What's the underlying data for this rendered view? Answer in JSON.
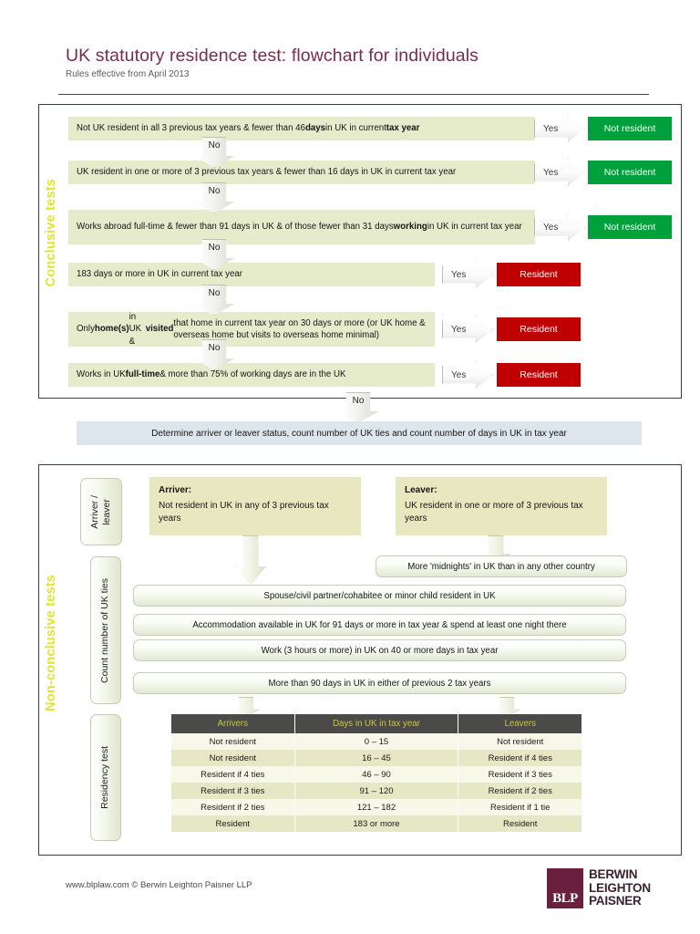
{
  "header": {
    "title": "UK statutory residence test: flowchart for individuals",
    "subtitle": "Rules effective from April 2013"
  },
  "conclusive": {
    "caption": "Conclusive tests",
    "no_label": "No",
    "yes_label": "Yes",
    "rows": [
      {
        "text_html": "Not UK resident in all 3 previous tax years &amp; fewer than 46 <b>days</b> in UK in current <b>tax year</b>",
        "outcome": "Not resident",
        "outcome_color": "green"
      },
      {
        "text_html": "UK resident in one or more of 3 previous tax years &amp; fewer than 16 days in UK in current tax year",
        "outcome": "Not resident",
        "outcome_color": "green"
      },
      {
        "text_html": "Works abroad full-time &amp; fewer than 91 days in UK &amp; of those fewer than 31 days <b>working</b> in UK in current tax year",
        "outcome": "Not resident",
        "outcome_color": "green"
      },
      {
        "text_html": "183 days or more in UK in current tax year",
        "outcome": "Resident",
        "outcome_color": "red"
      },
      {
        "text_html": "Only <b>home(s)</b> in UK &amp; <b>visited</b> that home in current tax year on 30 days or more (or UK home &amp; overseas home but visits to overseas home minimal)",
        "outcome": "Resident",
        "outcome_color": "red"
      },
      {
        "text_html": "Works in UK <b>full-time</b> &amp; more than 75% of working days are in the UK",
        "outcome": "Resident",
        "outcome_color": "red"
      }
    ]
  },
  "bridge": {
    "no_label": "No",
    "text": "Determine arriver or leaver status, count number of UK ties and count number of days in UK in tax year"
  },
  "nonconclusive": {
    "caption": "Non-conclusive tests",
    "tabs": [
      {
        "label": "Arriver /\nleaver"
      },
      {
        "label": "Count number of UK ties"
      },
      {
        "label": "Residency test"
      }
    ],
    "arriver": {
      "title": "Arriver:",
      "text": "Not resident in UK in any of 3 previous tax years"
    },
    "leaver": {
      "title": "Leaver:",
      "text": "UK resident in one or more of 3 previous tax years"
    },
    "midnights": "More 'midnights' in UK than in any other country",
    "ties": [
      "Spouse/civil partner/cohabitee or minor child resident in UK",
      "Accommodation available in UK for 91 days or more in tax year & spend at least one night there",
      "Work (3 hours or more) in UK on 40 or more days in tax year",
      "More than 90 days in UK in either of previous 2 tax years"
    ]
  },
  "residency_table": {
    "columns": [
      "Arrivers",
      "Days in UK in tax year",
      "Leavers"
    ],
    "rows": [
      [
        "Not resident",
        "0 – 15",
        "Not resident"
      ],
      [
        "Not resident",
        "16 – 45",
        "Resident if 4 ties"
      ],
      [
        "Resident if 4 ties",
        "46 – 90",
        "Resident if 3 ties"
      ],
      [
        "Resident if 3 ties",
        "91 – 120",
        "Resident if 2 ties"
      ],
      [
        "Resident if 2 ties",
        "121 – 182",
        "Resident if 1 tie"
      ],
      [
        "Resident",
        "183 or more",
        "Resident"
      ]
    ]
  },
  "footer": {
    "text": "www.blplaw.com  © Berwin Leighton Paisner LLP",
    "logo_mark": "BLP",
    "logo_line1": "BERWIN",
    "logo_line2": "LEIGHTON",
    "logo_line3": "PAISNER"
  }
}
